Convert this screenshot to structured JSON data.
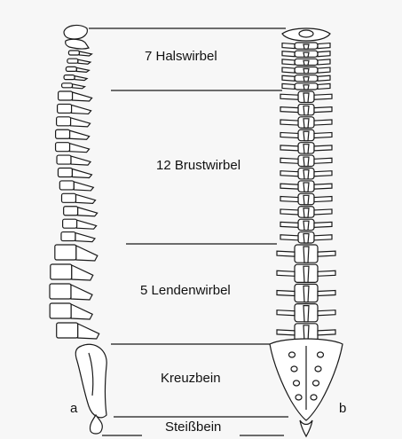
{
  "regions": [
    {
      "id": "cervical",
      "label": "7 Halswirbel",
      "count": 7
    },
    {
      "id": "thoracic",
      "label": "12 Brustwirbel",
      "count": 12
    },
    {
      "id": "lumbar",
      "label": "5 Lendenwirbel",
      "count": 5
    },
    {
      "id": "sacrum",
      "label": "Kreuzbein"
    },
    {
      "id": "coccyx",
      "label": "Steißbein"
    }
  ],
  "views": {
    "lateral": "a",
    "posterior": "b"
  },
  "colors": {
    "line": "#1a1a1a",
    "background": "#f7f7f7",
    "bone": "#ffffff"
  }
}
